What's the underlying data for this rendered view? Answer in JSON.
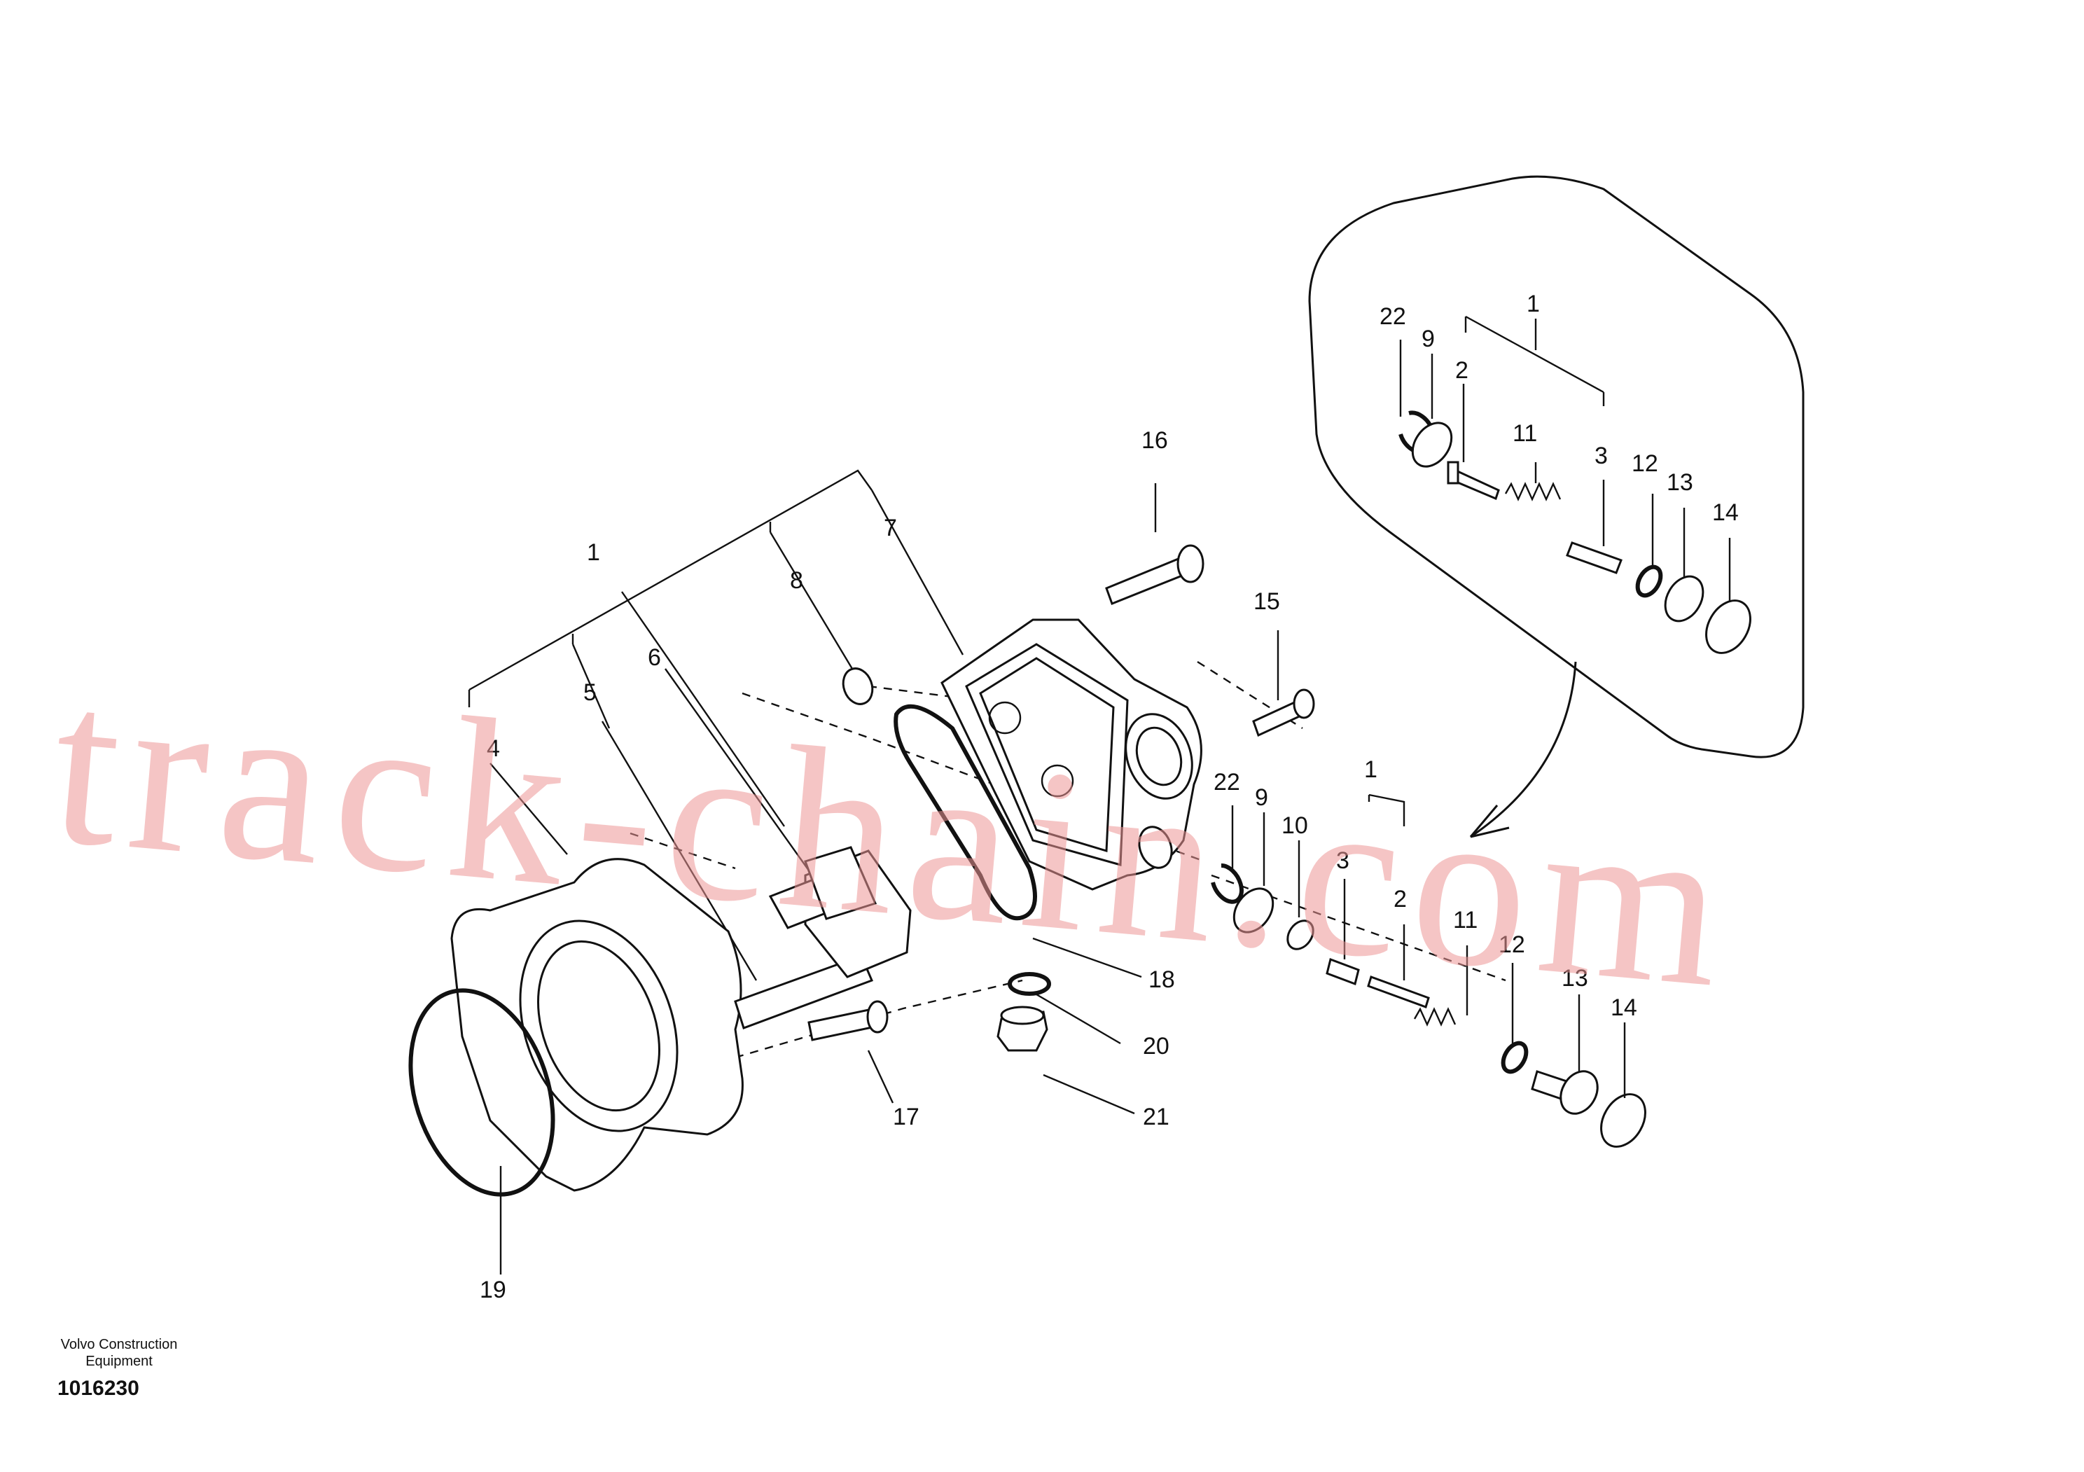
{
  "callouts": {
    "main": {
      "n1": "1",
      "n4": "4",
      "n5": "5",
      "n6": "6",
      "n7": "7",
      "n8": "8",
      "n15": "15",
      "n16": "16",
      "n17": "17",
      "n18": "18",
      "n19": "19",
      "n20": "20",
      "n21": "21"
    },
    "detail": {
      "n22": "22",
      "n9": "9",
      "n1": "1",
      "n2": "2",
      "n11": "11",
      "n3": "3",
      "n12": "12",
      "n13": "13",
      "n14": "14"
    },
    "valve": {
      "n22": "22",
      "n9": "9",
      "n10": "10",
      "n1": "1",
      "n3": "3",
      "n2": "2",
      "n11": "11",
      "n12": "12",
      "n13": "13",
      "n14": "14"
    }
  },
  "footer": {
    "company": "Volvo Construction Equipment",
    "doc_number": "1016230"
  },
  "watermark": "track-chain.com"
}
